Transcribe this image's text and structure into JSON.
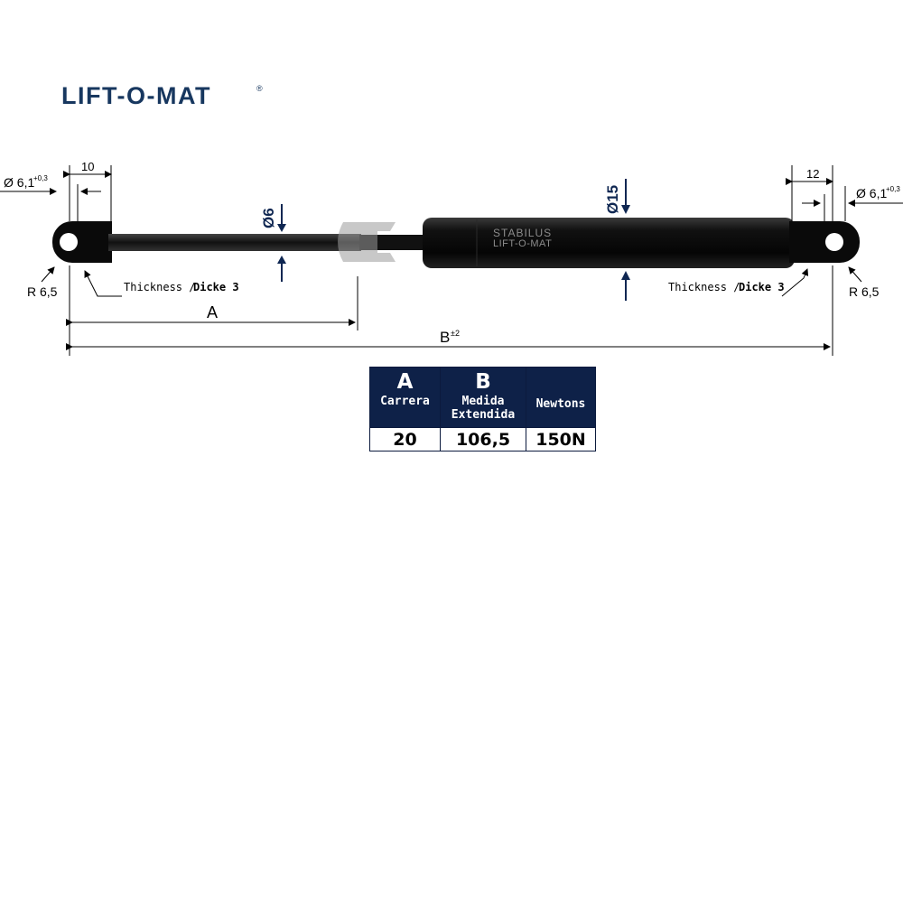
{
  "brand": {
    "logo_text": "LIFT-O-MAT",
    "registered": "®"
  },
  "diagram": {
    "left_eye_diameter": "Ø 6,1",
    "left_eye_tolerance": "+0,3",
    "right_eye_diameter": "Ø 6,1",
    "right_eye_tolerance": "+0,3",
    "left_eye_width": "10",
    "right_eye_width": "12",
    "rod_diameter": "Ø6",
    "cylinder_diameter": "Ø15",
    "left_radius": "R 6,5",
    "right_radius": "R 6,5",
    "thickness_left": "Thickness /",
    "dicke_left": "Dicke 3",
    "thickness_right": "Thickness /",
    "dicke_right": "Dicke 3",
    "dim_a": "A",
    "dim_b": "B",
    "dim_b_tolerance": "±2",
    "cylinder_print_1": "STABILUS",
    "cylinder_print_2": "LIFT-O-MAT"
  },
  "table": {
    "col_a_letter": "A",
    "col_a_label": "Carrera",
    "col_b_letter": "B",
    "col_b_label_1": "Medida",
    "col_b_label_2": "Extendida",
    "col_n_label": "Newtons",
    "value_a": "20",
    "value_b": "106,5",
    "value_n": "150N"
  },
  "colors": {
    "navy": "#0e2148",
    "logo": "#17375f",
    "body": "#0a0a0a",
    "arrow": "#0f2752"
  }
}
